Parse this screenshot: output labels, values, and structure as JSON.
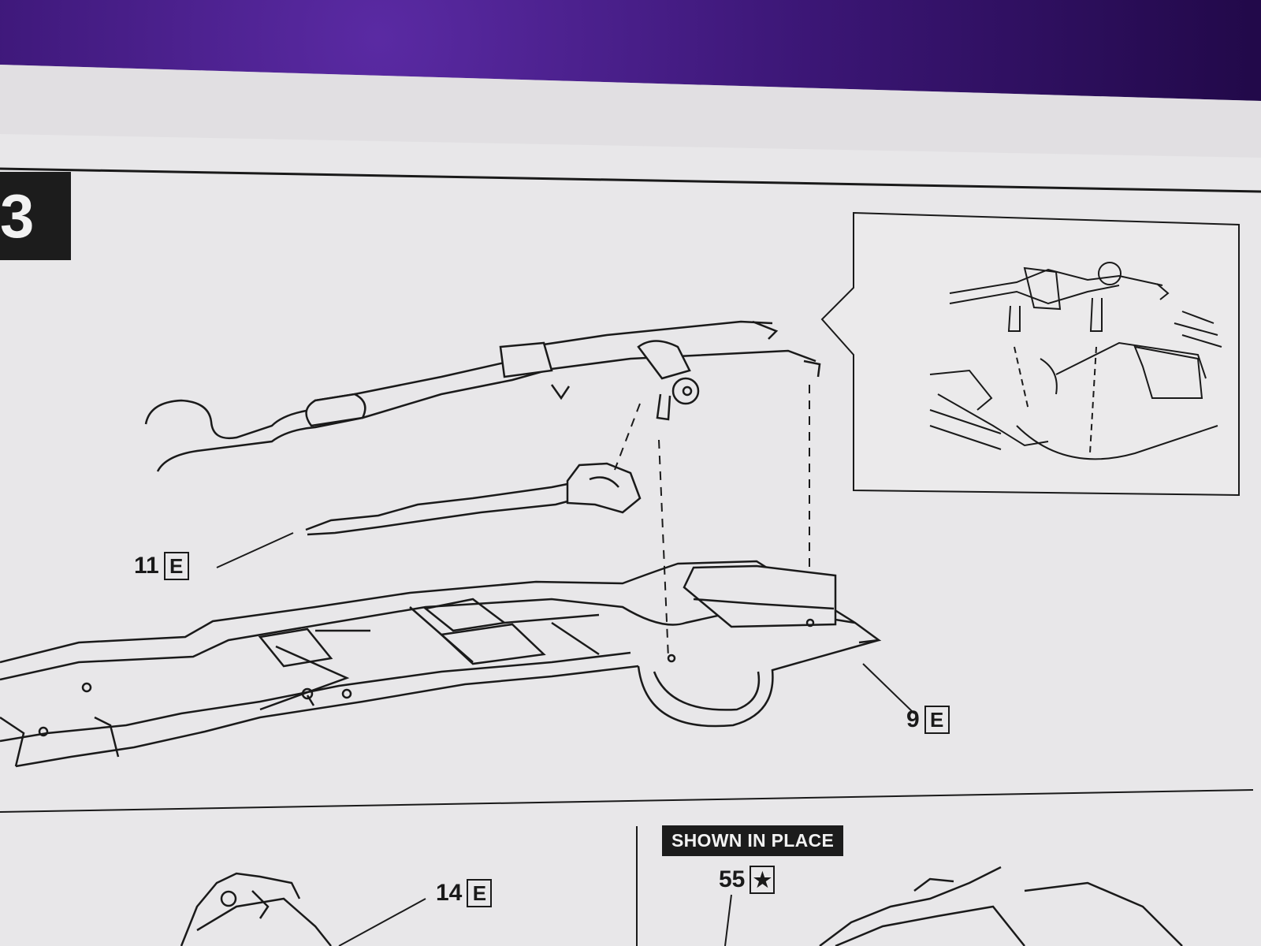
{
  "step": {
    "number": "3"
  },
  "callouts": {
    "exhaust_shaft": {
      "num": "11",
      "letter": "E"
    },
    "chassis": {
      "num": "9",
      "letter": "E"
    },
    "lower_left": {
      "num": "14",
      "letter": "E"
    },
    "lower_right": {
      "num": "55",
      "letter": "★"
    }
  },
  "shown_in_place": {
    "label": "SHOWN IN PLACE"
  },
  "colors": {
    "paper": "#e9e8e9",
    "ink": "#1a1a1a",
    "fabric": "#3b1675"
  },
  "icons": {
    "star": "star-icon"
  }
}
